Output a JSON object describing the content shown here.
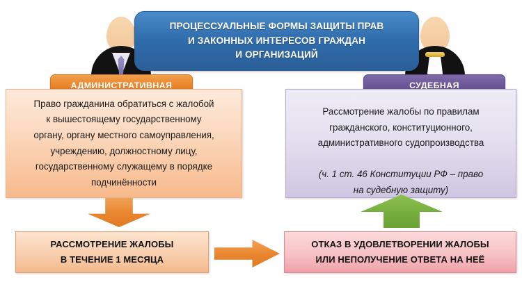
{
  "diagram": {
    "title_banner": {
      "text": "ПРОЦЕССУАЛЬНЫЕ ФОРМЫ ЗАЩИТЫ ПРАВ\nИ ЗАКОННЫХ ИНТЕРЕСОВ ГРАЖДАН\nИ ОРГАНИЗАЦИЙ",
      "color": "#2f6cab"
    },
    "branches": [
      {
        "id": "administrative",
        "header": "АДМИНИСТРАТИВНАЯ",
        "header_color": "#e8832a",
        "body": "Право гражданина обратиться с жалобой\nк вышестоящему государственному\nоргану, органу местного самоуправления,\nучреждению, должностному лицу,\nгосударственному служащему в порядке\nподчинённости",
        "body_color": "#f7b98c",
        "result": "РАССМОТРЕНИЕ ЖАЛОБЫ\nВ ТЕЧЕНИЕ 1 МЕСЯЦА",
        "result_color": "#f3b98c",
        "arrow": "down-arrow-orange",
        "person": "businessman-icon"
      },
      {
        "id": "judicial",
        "header": "СУДЕБНАЯ",
        "header_color": "#6b5597",
        "body_plain": "Рассмотрение жалобы по правилам\nгражданского, конституционного,\nадминистративного судопроизводства",
        "body_italic": "(ч. 1 ст. 46 Конституции РФ – право\nна судебную защиту)",
        "body_color": "#cfc6e2",
        "result": "ОТКАЗ В УДОВЛЕТВОРЕНИИ ЖАЛОБЫ\nИЛИ НЕПОЛУЧЕНИЕ ОТВЕТА НА НЕЁ",
        "result_color": "#f0a0a8",
        "arrow": "up-arrow-green",
        "person": "judge-icon"
      }
    ],
    "connector": {
      "middle_arrow": "right-arrow-orange",
      "middle_arrow_color": "#e8842c"
    }
  }
}
